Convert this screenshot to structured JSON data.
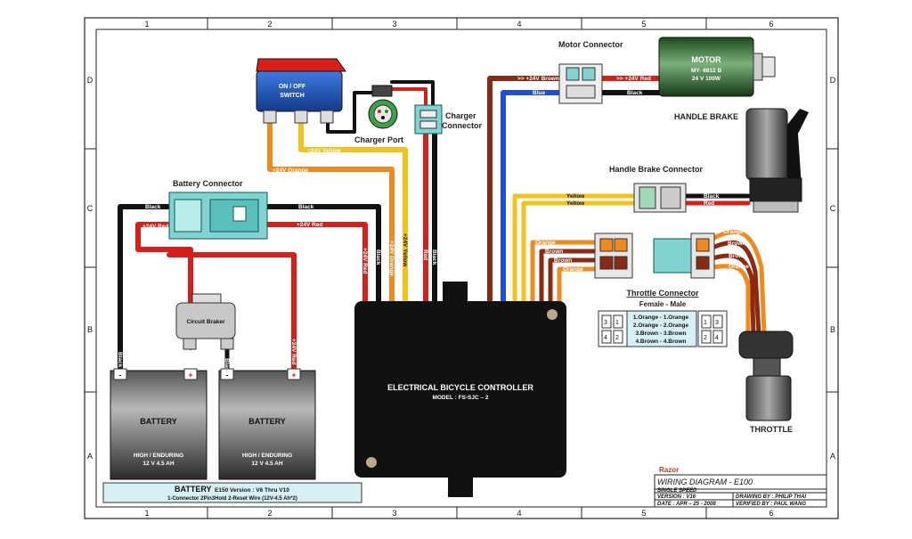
{
  "grid": {
    "columns": [
      "1",
      "2",
      "3",
      "4",
      "5",
      "6"
    ],
    "rows": [
      "D",
      "C",
      "B",
      "A"
    ]
  },
  "components": {
    "switch": {
      "line1": "ON / OFF",
      "line2": "SWITCH"
    },
    "charger_port": "Charger Port",
    "charger_connector": {
      "line1": "Charger",
      "line2": "Connector"
    },
    "motor_connector": "Motor Connector",
    "motor": {
      "name": "MOTOR",
      "model": "MY- 6812 B",
      "rating": "24 V 100W"
    },
    "handle_brake": "HANDLE BRAKE",
    "handle_brake_connector": "Handle Brake Connector",
    "battery_connector": "Battery  Connector",
    "circuit_breaker": "Circuit Braker",
    "controller": {
      "title": "ELECTRICAL BICYCLE CONTROLLER",
      "model": "MODEL : FS-SJC – 2"
    },
    "throttle": "THROTTLE",
    "throttle_connector": {
      "title": "Throttle Connector",
      "subtitle": "Female  -  Male",
      "rows": [
        "1.Orange - 1.Orange",
        "2.Orange - 2.Orange",
        "3.Brown   - 3.Brown",
        "4.Brown   - 4.Brown"
      ]
    },
    "batteries": [
      {
        "label": "BATTERY",
        "spec1": "HIGH / ENDURING",
        "spec2": "12 V 4.5 AH"
      },
      {
        "label": "BATTERY",
        "spec1": "HIGH / ENDURING",
        "spec2": "12 V 4.5 AH"
      }
    ],
    "battery_note": {
      "title": "BATTERY",
      "version": "E150 Version : V6 Thru V10",
      "line2": "1-Connector 2Pin3Hold 2-Reset Wire (12V-4.5 Ah*2)"
    }
  },
  "wire_labels": {
    "plus24_brown": ">> +24V Brown",
    "plus24_red_motor": ">> +24V Red",
    "blue": "Blue",
    "black": "Black",
    "red": "Red",
    "yellow": "Yellow",
    "orange": "Orange",
    "brown": "Brown",
    "plus24_orange": "+24V Orange",
    "plus24_yellow": "+24V Yellow",
    "plus24_red": "+24V Red",
    "minus": "-",
    "plus": "+"
  },
  "title_block": {
    "brand": "Razor",
    "title": "WIRING DIAGRAM - E100",
    "speed": "SINGLE SPEED",
    "version": "VERSION : V16",
    "date": "DATE : APR – 25 - 2008",
    "drawn_by": "DRAWING BY : PHILIP THAI",
    "verified_by": "VERIFIED BY : PAUL WANG"
  },
  "colors": {
    "red": "#d91e18",
    "black": "#111111",
    "orange": "#f08a1c",
    "yellow": "#f2c318",
    "blue": "#1f4fd8",
    "brown": "#8a2a10",
    "teal": "#7fd3d0"
  }
}
